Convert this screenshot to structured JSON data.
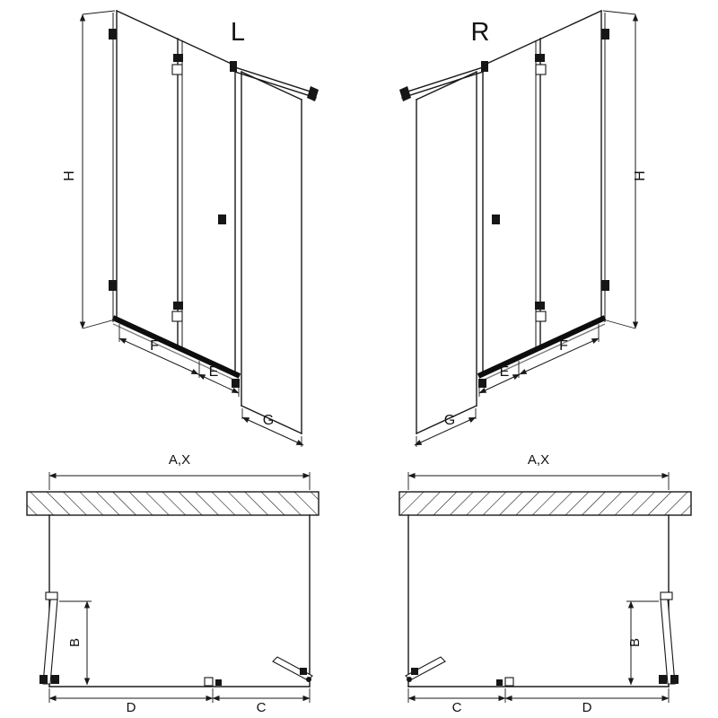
{
  "style": {
    "line_color": "#1a1a1a",
    "background_color": "#ffffff"
  },
  "views": {
    "iso_left": {
      "variant_label": "L",
      "dim_height": "H",
      "dim_f": "F",
      "dim_e": "E",
      "dim_g": "G"
    },
    "iso_right": {
      "variant_label": "R",
      "dim_height": "H",
      "dim_f": "F",
      "dim_e": "E",
      "dim_g": "G"
    },
    "plan_left": {
      "dim_width": "A,X",
      "dim_b": "B",
      "dim_d": "D",
      "dim_c": "C"
    },
    "plan_right": {
      "dim_width": "A,X",
      "dim_b": "B",
      "dim_d": "D",
      "dim_c": "C"
    }
  }
}
